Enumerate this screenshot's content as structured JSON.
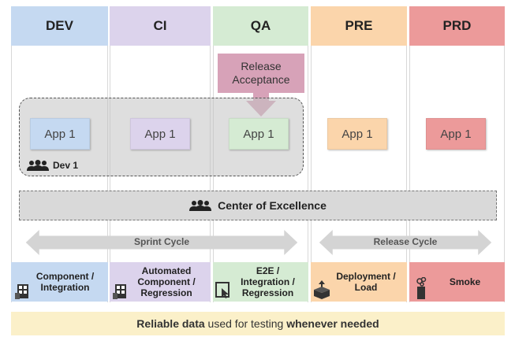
{
  "stages": [
    {
      "label": "DEV",
      "color": "#c5d9f1"
    },
    {
      "label": "CI",
      "color": "#dcd3ec"
    },
    {
      "label": "QA",
      "color": "#d5ebd3"
    },
    {
      "label": "PRE",
      "color": "#fbd5ab"
    },
    {
      "label": "PRD",
      "color": "#ec9a9a"
    }
  ],
  "apps": [
    "App 1",
    "App 1",
    "App 1",
    "App 1",
    "App 1"
  ],
  "release_acceptance": "Release Acceptance",
  "dev_group_label": "Dev 1",
  "center_of_excellence": "Center of Excellence",
  "sprint_cycle": "Sprint Cycle",
  "release_cycle": "Release Cycle",
  "tests": [
    {
      "label": "Component / Integration",
      "icon": "test-component-icon"
    },
    {
      "label": "Automated Component / Regression",
      "icon": "test-automated-icon"
    },
    {
      "label": "E2E / Integration / Regression",
      "icon": "test-e2e-icon"
    },
    {
      "label": "Deployment / Load",
      "icon": "deployment-icon"
    },
    {
      "label": "Smoke",
      "icon": "smoke-icon"
    }
  ],
  "footer": {
    "part1": "Reliable data",
    "part2": " used for testing ",
    "part3": "whenever needed"
  }
}
